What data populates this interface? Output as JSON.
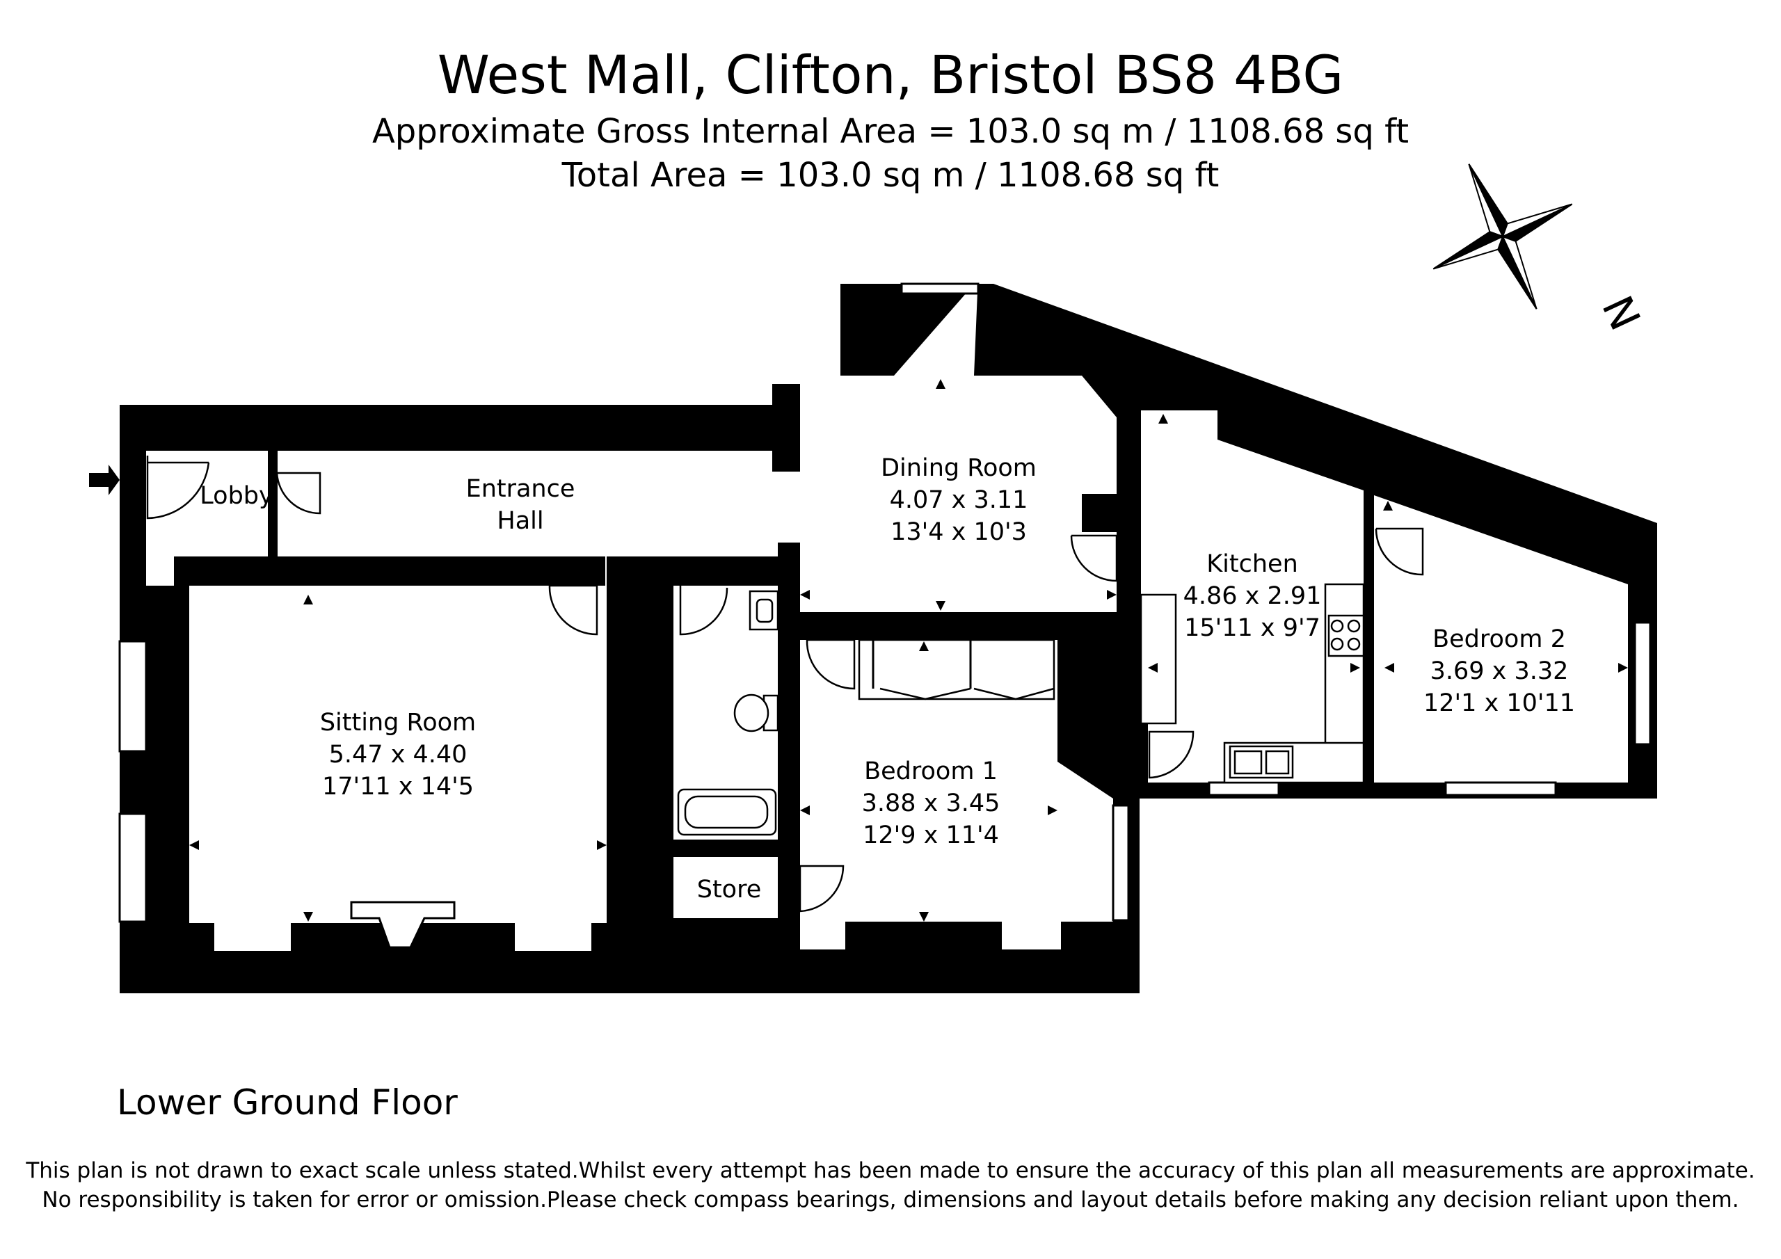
{
  "header": {
    "title": "West Mall, Clifton, Bristol BS8 4BG",
    "gross_area": "Approximate Gross Internal Area = 103.0 sq m / 1108.68 sq ft",
    "total_area": "Total Area = 103.0 sq m / 1108.68 sq ft"
  },
  "compass": {
    "label": "N"
  },
  "rooms": {
    "lobby": {
      "name": "Lobby"
    },
    "entrance_hall": {
      "name_line1": "Entrance",
      "name_line2": "Hall"
    },
    "dining_room": {
      "name": "Dining Room",
      "metric": "4.07 x 3.11",
      "imperial": "13'4 x 10'3"
    },
    "kitchen": {
      "name": "Kitchen",
      "metric": "4.86 x 2.91",
      "imperial": "15'11 x 9'7"
    },
    "bedroom_2": {
      "name": "Bedroom 2",
      "metric": "3.69 x 3.32",
      "imperial": "12'1 x 10'11"
    },
    "sitting_room": {
      "name": "Sitting Room",
      "metric": "5.47 x 4.40",
      "imperial": "17'11 x 14'5"
    },
    "bedroom_1": {
      "name": "Bedroom 1",
      "metric": "3.88 x 3.45",
      "imperial": "12'9 x 11'4"
    },
    "store": {
      "name": "Store"
    }
  },
  "floor_label": "Lower Ground Floor",
  "disclaimer": {
    "line1": "This plan is not drawn to exact scale unless stated.Whilst every attempt has been made to ensure the accuracy of this plan all measurements are approximate.",
    "line2": "No responsibility is taken for error or omission.Please check compass bearings, dimensions and layout details before making any decision reliant upon them."
  }
}
